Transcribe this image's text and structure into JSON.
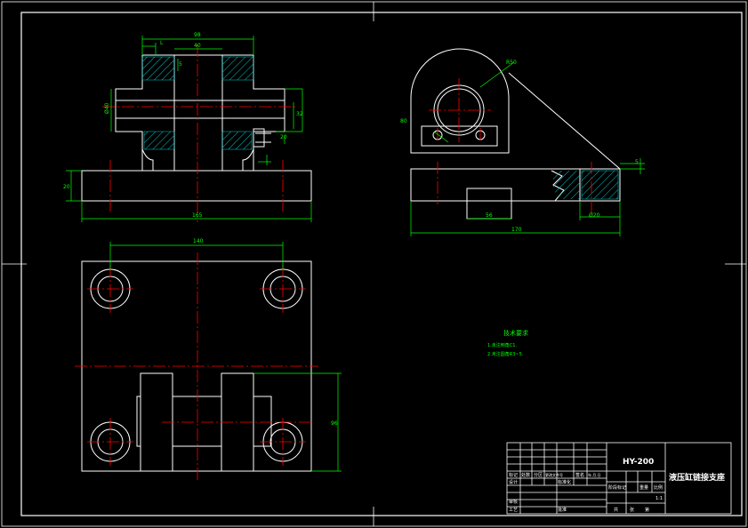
{
  "drawing": {
    "code": "HY-200",
    "title": "液压缸链接支座",
    "scale": "1:1"
  },
  "dimensions": {
    "top_width_outer": "98",
    "top_width_inner": "40",
    "small_left": "L",
    "small_gap": "5",
    "bore_diameter": "Ø40",
    "side_right_1": "32",
    "side_right_2": "20",
    "base_height": "20",
    "base_length": "165",
    "side_radius": "R50",
    "side_height": "80",
    "side_slot": "56",
    "side_hole": "Ø20",
    "side_length": "170",
    "side_step": "5",
    "plan_hole_spacing": "140",
    "plan_height": "96"
  },
  "notes": {
    "heading": "技术要求",
    "items": [
      "1.未注倒角C1.",
      "2.未注圆角R3~5."
    ]
  },
  "title_block": {
    "mark": "标记",
    "count": "处数",
    "zone": "分区",
    "change_doc": "更改文件号",
    "signature": "签名",
    "date": "年.月.日",
    "designer": "设计",
    "standardize": "标准化",
    "stage_mark": "阶段标记",
    "weight": "重量",
    "ratio": "比例",
    "review": "审核",
    "process": "工艺",
    "approve": "批准",
    "sheets_total": "共",
    "sheets_word": "张",
    "sheet_no": "第"
  },
  "colors": {
    "outline": "#ffffff",
    "center_line": "#ff0000",
    "dimension": "#00ff00",
    "hatch": "#00cccc",
    "note": "#00ff00"
  }
}
